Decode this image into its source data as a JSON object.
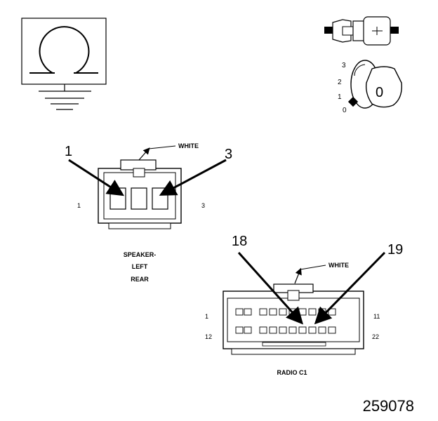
{
  "speaker_connector": {
    "callout_left": "1",
    "callout_right": "3",
    "color": "WHITE",
    "pin_left": "1",
    "pin_right": "3",
    "name_line1": "SPEAKER-",
    "name_line2": "LEFT",
    "name_line3": "REAR"
  },
  "radio_connector": {
    "callout_left": "18",
    "callout_right": "19",
    "color": "WHITE",
    "pin_top_left": "1",
    "pin_top_right": "11",
    "pin_bottom_left": "12",
    "pin_bottom_right": "22",
    "name": "RADIO C1"
  },
  "ignition_positions": [
    "3",
    "2",
    "1",
    "0"
  ],
  "ignition_key_label": "0",
  "figure_number": "259078",
  "icon_names": [
    "ground-symbol-icon",
    "bulb-socket-icon",
    "ignition-key-icon"
  ]
}
